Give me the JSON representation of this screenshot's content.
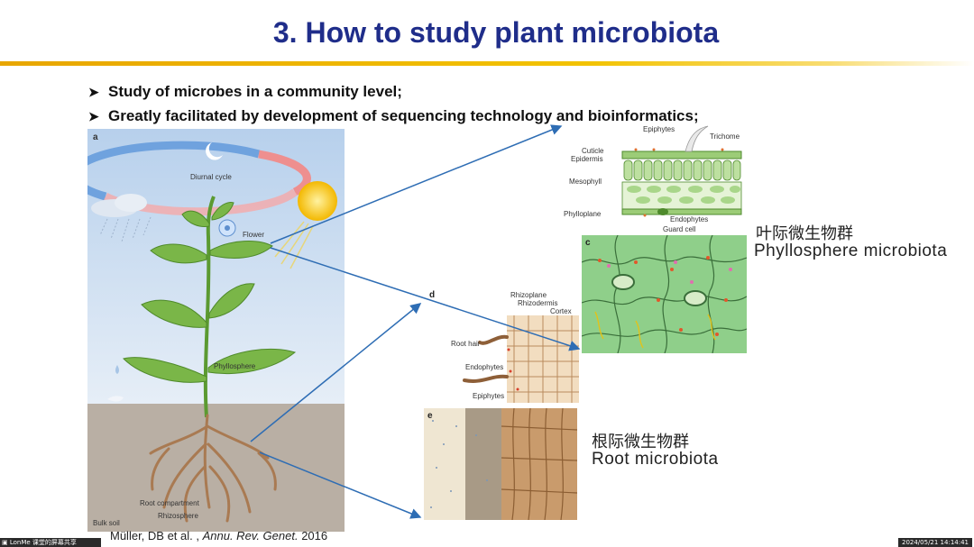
{
  "slide": {
    "title": "3. How to study plant microbiota",
    "bullets": [
      "Study of microbes in a community level;",
      "Greatly facilitated by development of sequencing technology and bioinformatics;"
    ],
    "bullet_mark": "➤"
  },
  "figure": {
    "panel_a": {
      "letter": "a",
      "diurnal_cycle": "Diurnal cycle",
      "flower": "Flower",
      "phyllosphere": "Phyllosphere",
      "root_compartment": "Root compartment",
      "rhizosphere": "Rhizosphere",
      "bulk_soil": "Bulk soil"
    },
    "panel_b": {
      "epiphytes": "Epiphytes",
      "trichome": "Trichome",
      "cuticle": "Cuticle",
      "epidermis": "Epidermis",
      "mesophyll": "Mesophyll",
      "phylloplane": "Phylloplane",
      "endophytes": "Endophytes",
      "guard_cell": "Guard cell"
    },
    "panel_c": {
      "letter": "c"
    },
    "panel_d": {
      "letter": "d",
      "rhizoplane": "Rhizoplane",
      "rhizodermis": "Rhizodermis",
      "cortex": "Cortex",
      "root_hair": "Root hair",
      "endophytes": "Endophytes",
      "epiphytes": "Epiphytes"
    },
    "panel_e": {
      "letter": "e"
    }
  },
  "labels": {
    "phyllo_cn": "叶际微生物群",
    "phyllo_en": "Phyllosphere microbiota",
    "root_cn": "根际微生物群",
    "root_en": "Root microbiota"
  },
  "citation": {
    "authors": "Müller, DB et al. , ",
    "journal": "Annu. Rev. Genet.",
    "year": " 2016"
  },
  "taskbar": {
    "app": "LonMe 课堂的屏幕共享",
    "clock": "2024/05/21 14:14:41"
  },
  "colors": {
    "title": "#1f2d8a",
    "arrow": "#2e6db4",
    "sky": "#bfd6ef",
    "soil": "#b8aea4",
    "leaf": "#7ab648"
  }
}
